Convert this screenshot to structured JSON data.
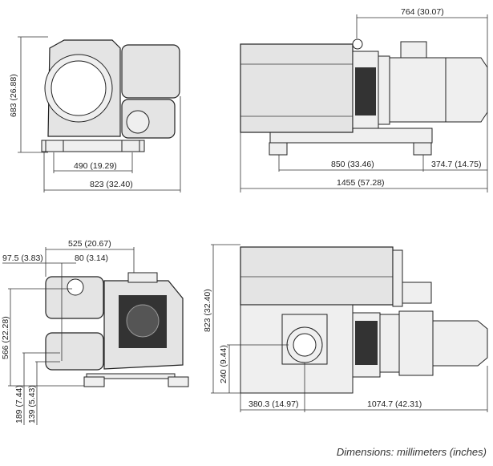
{
  "views": {
    "front_top": {
      "height": "683 (26.88)",
      "feet_span": "490 (19.29)",
      "width": "823 (32.40)"
    },
    "side_top": {
      "motor_length": "764 (30.07)",
      "feet_span": "850 (33.46)",
      "overhang": "374.7 (14.75)",
      "total_length": "1455 (57.28)"
    },
    "rear_bottom": {
      "width": "525 (20.67)",
      "offset_left": "97.5 (3.83)",
      "offset_port": "80 (3.14)",
      "height": "566 (22.28)",
      "port_height_1": "189 (7.44)",
      "port_height_2": "139 (5.43)"
    },
    "top_bottom": {
      "width": "823 (32.40)",
      "port_height": "240 (9.44)",
      "port_offset": "380.3 (14.97)",
      "remaining_length": "1074.7 (42.31)"
    }
  },
  "caption": "Dimensions: millimeters (inches)"
}
